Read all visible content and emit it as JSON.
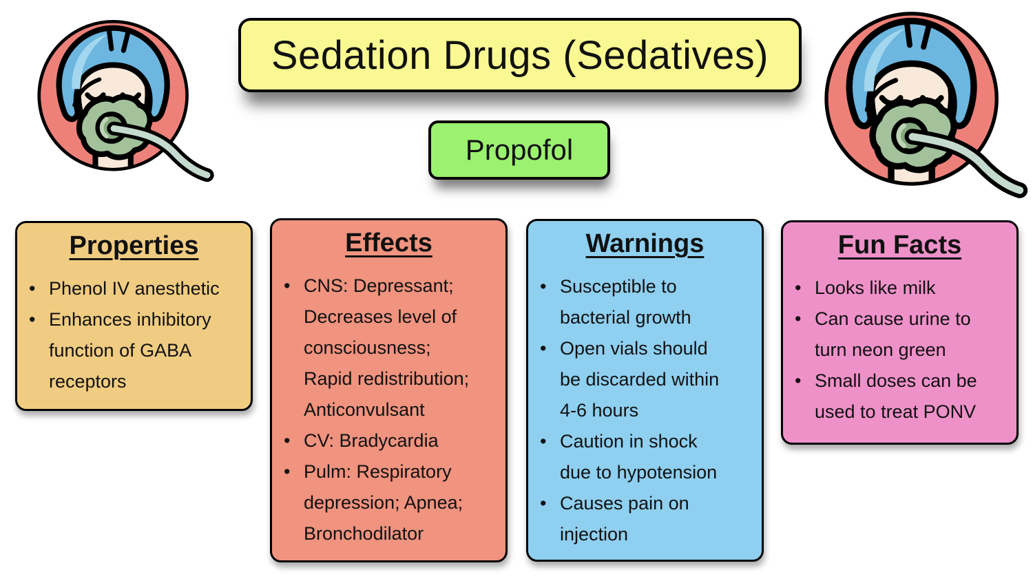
{
  "page": {
    "title": "Sedation Drugs (Sedatives)",
    "drug_badge": "Propofol"
  },
  "icons": {
    "left": "sedated-patient-oxygen-mask-icon",
    "right": "sedated-patient-oxygen-mask-icon"
  },
  "colors": {
    "background": "#ffffff",
    "title_banner": "#f9f892",
    "drug_badge": "#9bf26f",
    "text": "#111111",
    "icon_circle": "#ed8179",
    "icon_cap": "#6cb6df",
    "icon_cap_highlight": "#a3d7ef",
    "icon_face": "#f9e9db",
    "icon_mask": "#a3c29c",
    "icon_tube": "#c4dace"
  },
  "cards": [
    {
      "title": "Properties",
      "color": "#f0cc82",
      "items": [
        "Phenol IV anesthetic",
        "Enhances inhibitory function of GABA receptors"
      ]
    },
    {
      "title": "Effects",
      "color": "#f0937f",
      "items": [
        "CNS: Depressant; Decreases level of consciousness; Rapid redistribution; Anticonvulsant",
        "CV: Bradycardia",
        "Pulm: Respiratory depression; Apnea; Bronchodilator"
      ]
    },
    {
      "title": "Warnings",
      "color": "#8fcff0",
      "items": [
        "Susceptible to bacterial growth",
        "Open vials should be discarded within 4-6 hours",
        "Caution in shock due to hypotension",
        "Causes pain on injection"
      ]
    },
    {
      "title": "Fun Facts",
      "color": "#ef91c9",
      "items": [
        "Looks like milk",
        "Can cause urine to turn neon green",
        "Small doses can be used to treat PONV"
      ]
    }
  ]
}
